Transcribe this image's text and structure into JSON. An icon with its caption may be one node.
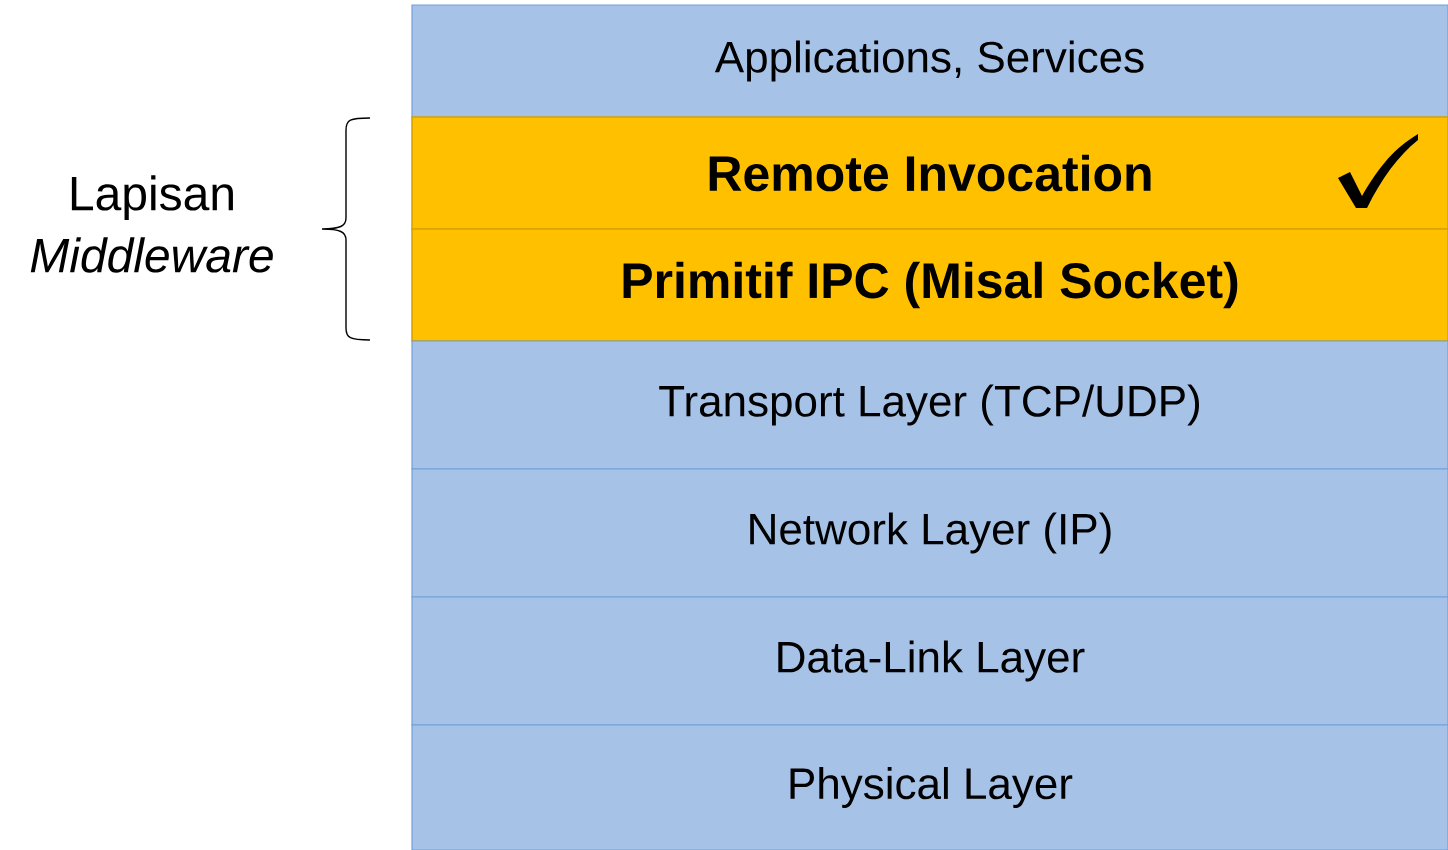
{
  "diagram": {
    "nodes": [
      {
        "text": [
          "Applications, Services"
        ]
      },
      {
        "text": [
          "Remote Invocation"
        ]
      },
      {
        "text": [
          "Primitif IPC (Misal Socket)"
        ]
      },
      {
        "text": [
          "Transport Layer (TCP/UDP)"
        ]
      },
      {
        "text": [
          "Network Layer (IP)"
        ]
      },
      {
        "text": [
          "Data-Link Layer"
        ]
      },
      {
        "text": [
          "Physical Layer"
        ]
      }
    ],
    "labels": [
      "Lapisan *Middleware*"
    ]
  }
}
